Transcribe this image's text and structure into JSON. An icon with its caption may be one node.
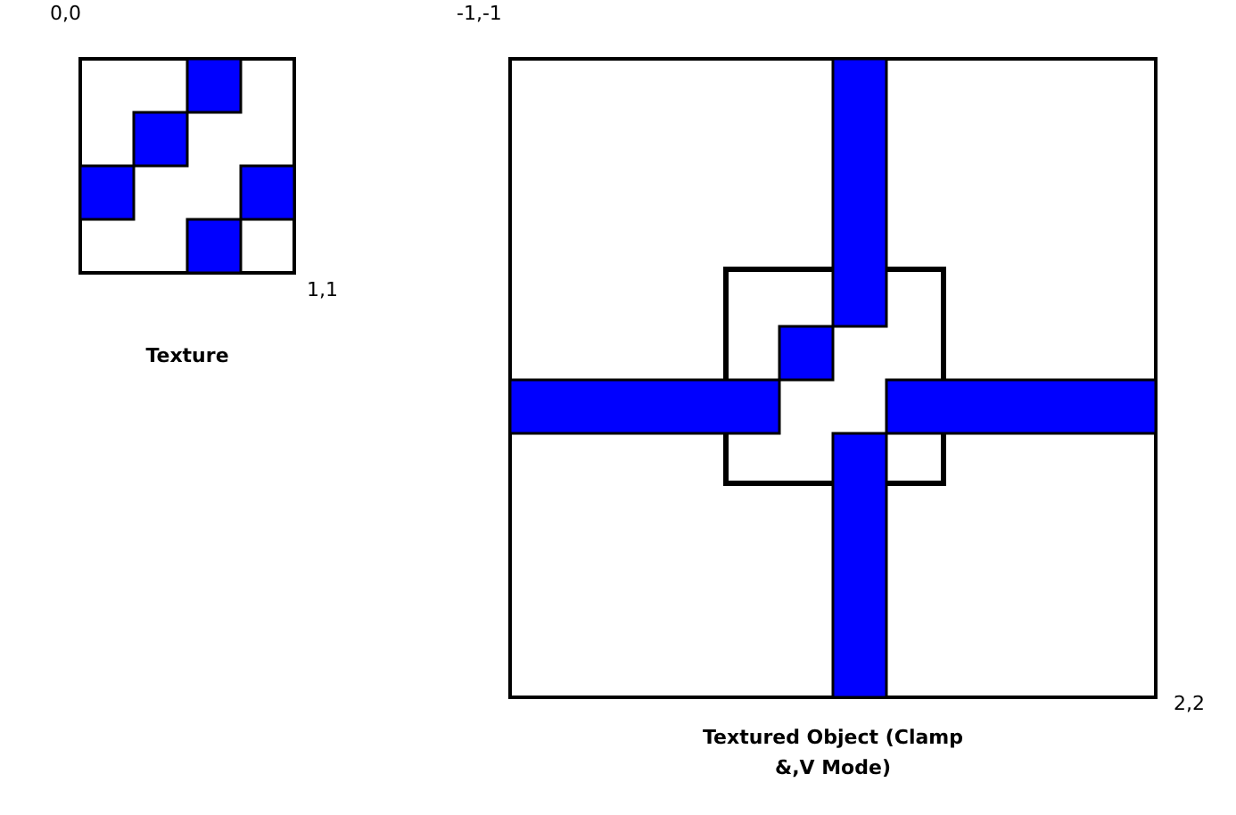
{
  "diagram": {
    "labels": [
      "0,0",
      "1,1",
      "Texture",
      "-1,-1",
      "2,2",
      "Textured Object (Clamp &,V Mode)"
    ]
  }
}
